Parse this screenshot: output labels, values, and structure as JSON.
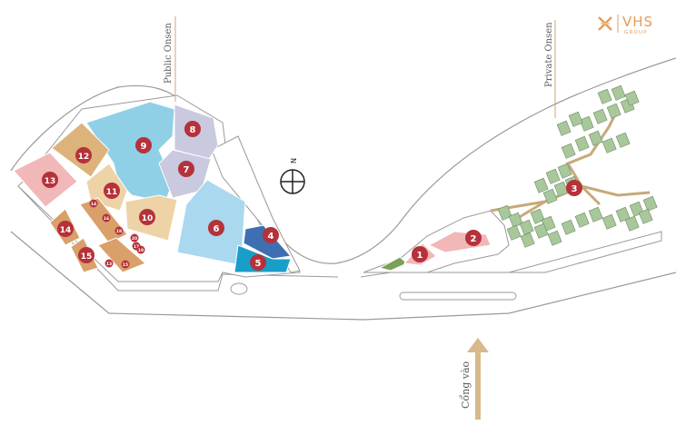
{
  "labels": {
    "public_onsen": "Public Onsen",
    "private_onsen": "Private Onsen",
    "entrance": "Cổng vào",
    "north": "N"
  },
  "logo": {
    "name": "VHS",
    "tagline": "GROUP",
    "icon": "x-star-icon",
    "color": "#e89a57"
  },
  "markers": [
    {
      "id": "1",
      "color": "#b5323a"
    },
    {
      "id": "2",
      "color": "#b5323a"
    },
    {
      "id": "3",
      "color": "#b5323a"
    },
    {
      "id": "4",
      "color": "#b5323a"
    },
    {
      "id": "5",
      "color": "#b5323a"
    },
    {
      "id": "6",
      "color": "#b5323a"
    },
    {
      "id": "7",
      "color": "#b5323a"
    },
    {
      "id": "8",
      "color": "#b5323a"
    },
    {
      "id": "9",
      "color": "#b5323a"
    },
    {
      "id": "10",
      "color": "#b5323a"
    },
    {
      "id": "11",
      "color": "#b5323a"
    },
    {
      "id": "12",
      "color": "#b5323a"
    },
    {
      "id": "13",
      "color": "#b5323a"
    },
    {
      "id": "14",
      "color": "#b5323a"
    },
    {
      "id": "15",
      "color": "#b5323a"
    }
  ],
  "small_markers": [
    "14",
    "16",
    "18",
    "20",
    "13",
    "15",
    "17",
    "19"
  ],
  "colors": {
    "road_outline": "#9a9a9a",
    "zone_blue": "#8fd0e6",
    "zone_light_blue": "#a9d8ef",
    "zone_lavender": "#c9c9e0",
    "zone_tan": "#dcb37a",
    "zone_peach": "#eed3a6",
    "zone_pink": "#f2b7b8",
    "zone_orange": "#d9a06a",
    "zone_navy": "#3f6fb3",
    "zone_teal": "#199ec9",
    "villa_green": "#a8c79b",
    "path_gold": "#c8a97a",
    "arrow": "#d8b98a"
  }
}
